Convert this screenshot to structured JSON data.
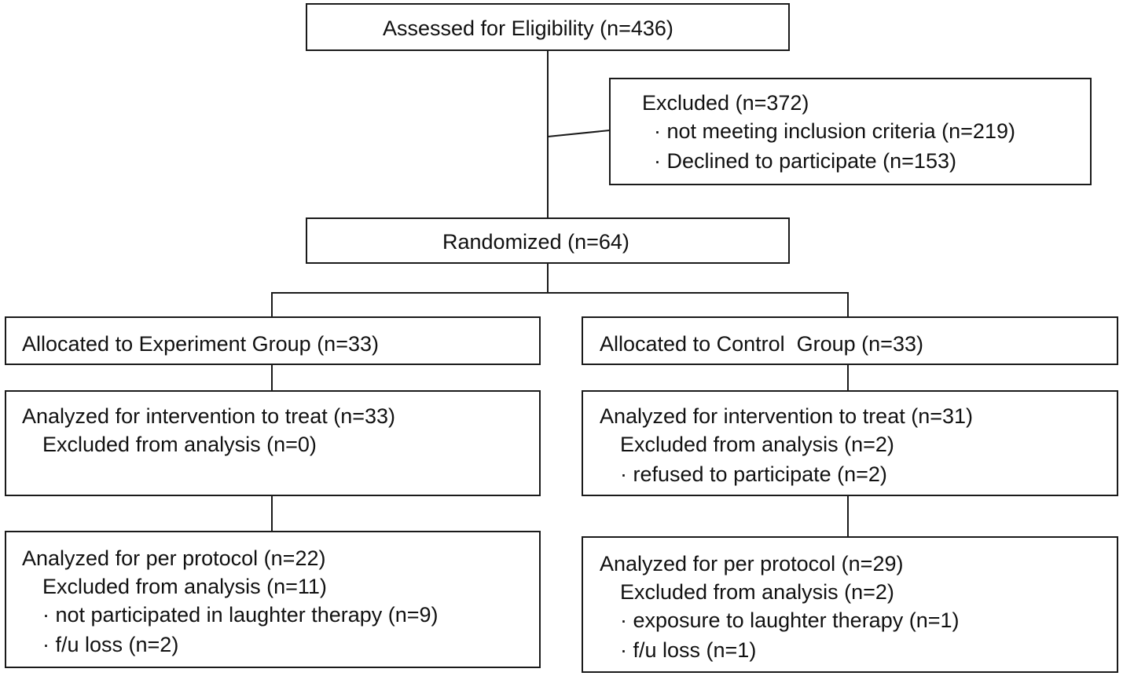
{
  "assessed": {
    "label": "Assessed for Eligibility (n=436)"
  },
  "excluded": {
    "title": "Excluded (n=372)",
    "items": [
      "· not meeting inclusion criteria (n=219)",
      "· Declined to participate (n=153)"
    ]
  },
  "randomized": {
    "label": "Randomized (n=64)"
  },
  "experiment": {
    "allocated": "Allocated to Experiment Group (n=33)",
    "itt": {
      "title": "Analyzed for intervention to treat (n=33)",
      "excluded": "Excluded from analysis (n=0)"
    },
    "pp": {
      "title": "Analyzed for per protocol (n=22)",
      "excluded": "Excluded from analysis (n=11)",
      "items": [
        "· not participated in laughter therapy (n=9)",
        "· f/u loss (n=2)"
      ]
    }
  },
  "control": {
    "allocated": "Allocated to Control  Group (n=33)",
    "itt": {
      "title": "Analyzed for intervention to treat (n=31)",
      "excluded": "Excluded from analysis (n=2)",
      "items": [
        "· refused to participate (n=2)"
      ]
    },
    "pp": {
      "title": "Analyzed for per protocol (n=29)",
      "excluded": "Excluded from analysis (n=2)",
      "items": [
        "· exposure to laughter therapy (n=1)",
        "· f/u loss (n=1)"
      ]
    }
  }
}
